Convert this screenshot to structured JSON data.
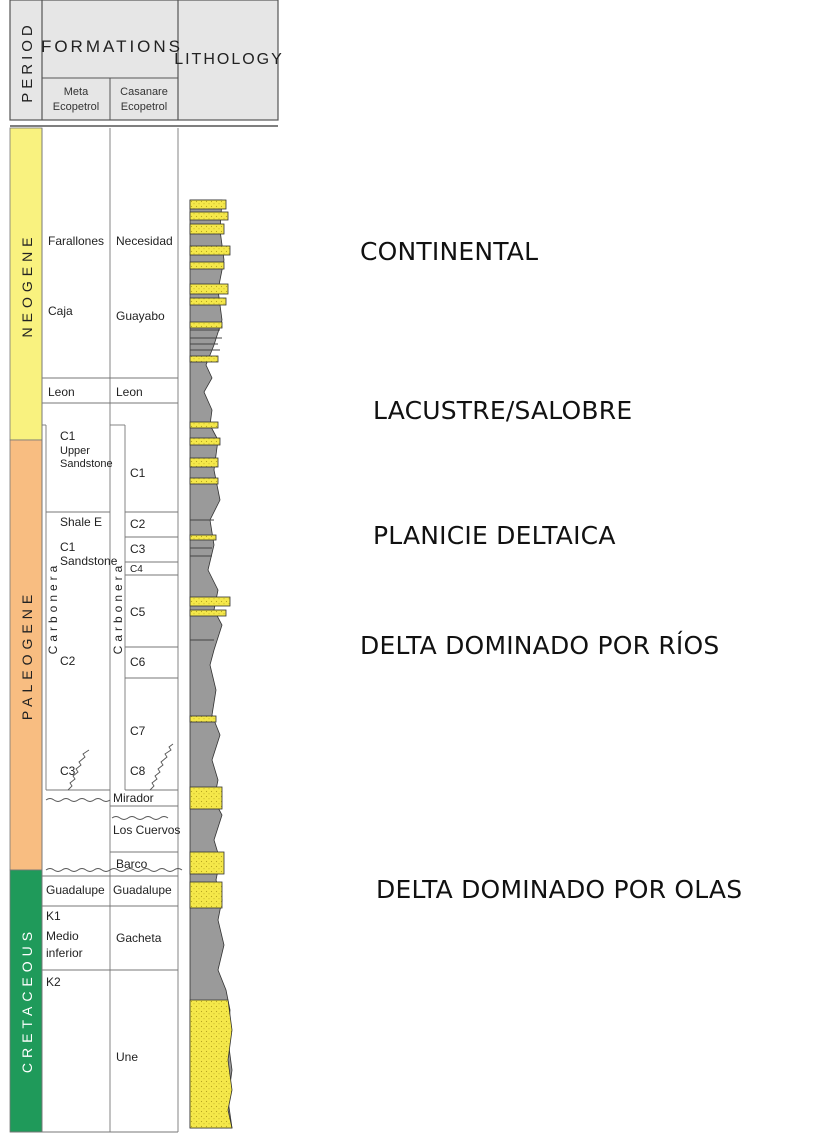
{
  "header": {
    "period": "PERIOD",
    "formations": "FORMATIONS",
    "lithology": "LITHOLOGY",
    "meta_1": "Meta",
    "meta_2": "Ecopetrol",
    "casanare_1": "Casanare",
    "casanare_2": "Ecopetrol"
  },
  "periods": [
    {
      "name": "NEOGENE",
      "color": "#f9f27f"
    },
    {
      "name": "PALEOGENE",
      "color": "#f8bd81"
    },
    {
      "name": "CRETACEOUS",
      "color": "#1f9a5a"
    }
  ],
  "meta_formations": {
    "farallones": "Farallones",
    "caja": "Caja",
    "leon": "Leon",
    "c1_upper": [
      "C1",
      "Upper",
      "Sandstone"
    ],
    "shale_e": "Shale E",
    "c1_sand": [
      "C1",
      "Sandstone"
    ],
    "c2": "C2",
    "c3": "C3",
    "carbonera": "Carbonera",
    "guadalupe": "Guadalupe",
    "k1": [
      "K1",
      "Medio",
      "inferior"
    ],
    "k2": "K2"
  },
  "casanare_formations": {
    "necesidad": "Necesidad",
    "guayabo": "Guayabo",
    "leon": "Leon",
    "c1": "C1",
    "c2": "C2",
    "c3": "C3",
    "c4": "C4",
    "c5": "C5",
    "c6": "C6",
    "c7": "C7",
    "c8": "C8",
    "carbonera": "Carbonera",
    "mirador": "Mirador",
    "los_cuervos": "Los Cuervos",
    "barco": "Barco",
    "guadalupe": "Guadalupe",
    "gacheta": "Gacheta",
    "une": "Une"
  },
  "lithology_colors": {
    "sand": "#f5e84a",
    "shale": "#9a9a9a"
  },
  "environments": [
    "CONTINENTAL",
    "LACUSTRE/SALOBRE",
    "PLANICIE DELTAICA",
    "DELTA DOMINADO POR RÍOS",
    "DELTA DOMINADO POR OLAS"
  ]
}
